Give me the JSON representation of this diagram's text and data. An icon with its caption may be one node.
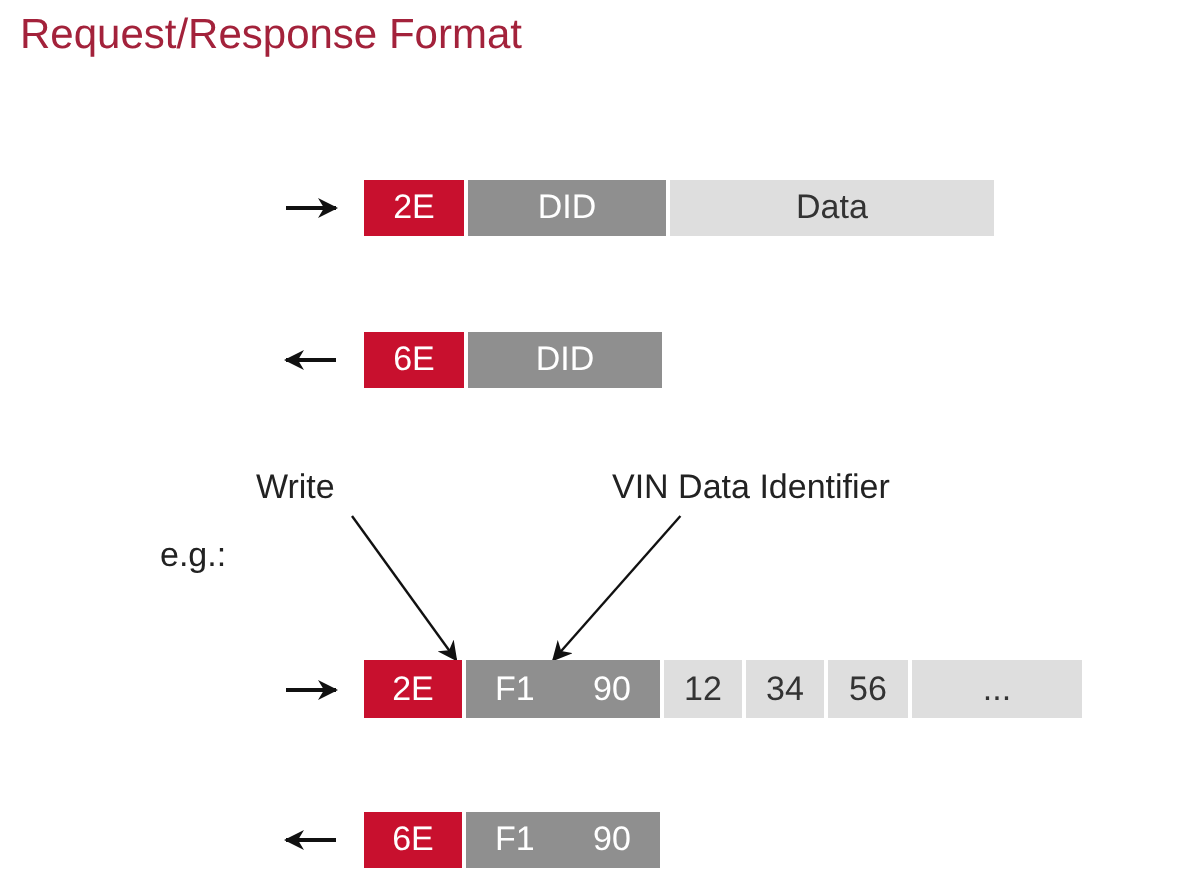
{
  "diagram": {
    "title": "Request/Response Format",
    "nodes": [
      {
        "text": [
          "2E"
        ]
      },
      {
        "text": [
          "DID"
        ]
      },
      {
        "text": [
          "Data"
        ]
      },
      {
        "text": [
          "6E"
        ]
      },
      {
        "text": [
          "DID"
        ]
      },
      {
        "text": [
          "Write"
        ]
      },
      {
        "text": [
          "VIN Data Identifier"
        ]
      },
      {
        "text": [
          "2E"
        ]
      },
      {
        "text": [
          "F1",
          "90"
        ]
      },
      {
        "text": [
          "12"
        ]
      },
      {
        "text": [
          "34"
        ]
      },
      {
        "text": [
          "56"
        ]
      },
      {
        "text": [
          "..."
        ]
      },
      {
        "text": [
          "6E"
        ]
      },
      {
        "text": [
          "F1",
          "90"
        ]
      }
    ],
    "edges": [
      {
        "from": 5,
        "to": 7,
        "arrow": "to"
      },
      {
        "from": 6,
        "to": 8,
        "arrow": "to"
      }
    ],
    "labels": [
      "e.g.:"
    ]
  }
}
